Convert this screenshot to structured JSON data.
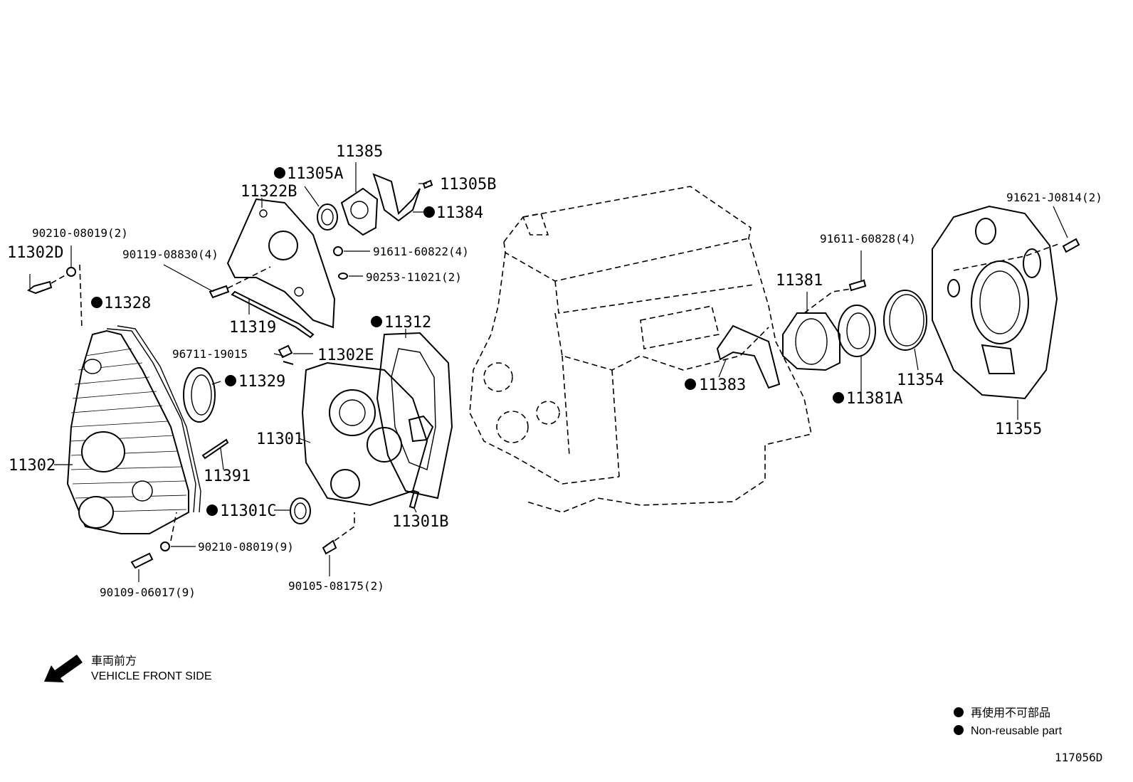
{
  "labels": {
    "p11385": "11385",
    "p11305A": "11305A",
    "p11305B": "11305B",
    "p11322B": "11322B",
    "p11384": "11384",
    "p90210_top": "90210-08019(2)",
    "p11302D": "11302D",
    "p90119": "90119-08830(4)",
    "p91611_60822": "91611-60822(4)",
    "p90253": "90253-11021(2)",
    "p11328": "11328",
    "p11319": "11319",
    "p11312": "11312",
    "p96711": "96711-19015",
    "p11302E": "11302E",
    "p11329": "11329",
    "p11301": "11301",
    "p11302": "11302",
    "p11391": "11391",
    "p11301C": "11301C",
    "p11301B": "11301B",
    "p90210_bot": "90210-08019(9)",
    "p90109": "90109-06017(9)",
    "p90105": "90105-08175(2)",
    "p91621": "91621-J0814(2)",
    "p91611_60828": "91611-60828(4)",
    "p11381": "11381",
    "p11383": "11383",
    "p11381A": "11381A",
    "p11354": "11354",
    "p11355": "11355"
  },
  "direction": {
    "jp": "車両前方",
    "en": "VEHICLE FRONT SIDE"
  },
  "legend": {
    "jp": "再使用不可部品",
    "en": "Non-reusable part"
  },
  "figure_id": "117056D"
}
